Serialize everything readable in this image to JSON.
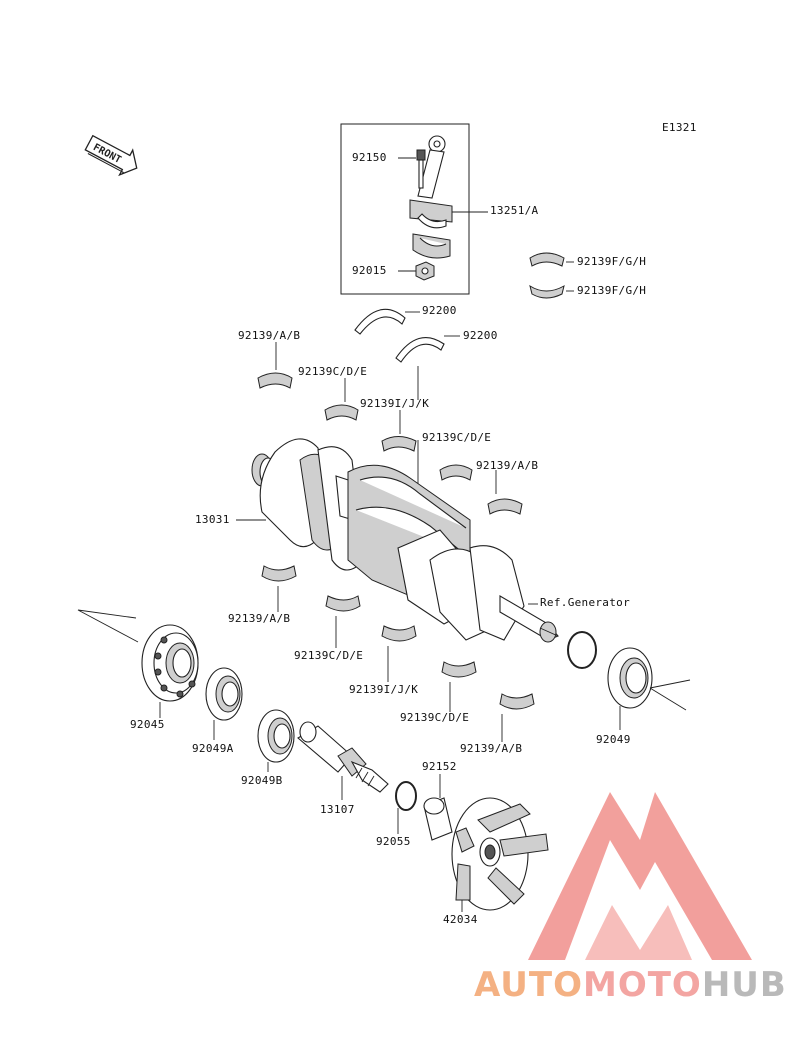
{
  "figure_code": "E1321",
  "front_label": "FRONT",
  "labels": {
    "p92150": "92150",
    "p13251": "13251/A",
    "p92015": "92015",
    "p92139fgh_1": "92139F/G/H",
    "p92139fgh_2": "92139F/G/H",
    "p92200_1": "92200",
    "p92200_2": "92200",
    "p92139ab_1": "92139/A/B",
    "p92139cde_1": "92139C/D/E",
    "p92139ijk_1": "92139I/J/K",
    "p92139cde_2": "92139C/D/E",
    "p92139ab_2": "92139/A/B",
    "p13031": "13031",
    "p92139ab_3": "92139/A/B",
    "p92139cde_3": "92139C/D/E",
    "p92139ijk_2": "92139I/J/K",
    "p92139cde_4": "92139C/D/E",
    "p92139ab_4": "92139/A/B",
    "ref_generator": "Ref.Generator",
    "p92045": "92045",
    "p92049a": "92049A",
    "p92049b": "92049B",
    "p13107": "13107",
    "p92152": "92152",
    "p92055": "92055",
    "p92049": "92049",
    "p42034": "42034"
  },
  "watermark": {
    "part1": "AUTO",
    "part2": "MOTO",
    "part3": "HUB",
    "colors": {
      "auto": "#f4b183",
      "moto": "#f3a5a2",
      "hub": "#b9b9b9",
      "logo": "#f08f8b"
    }
  }
}
